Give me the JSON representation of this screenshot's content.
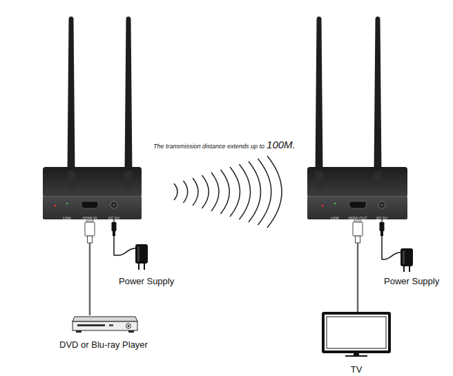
{
  "diagram": {
    "nodes": [
      {
        "text": [
          "LINK",
          "HDMI IN",
          "DC 5V"
        ]
      },
      {
        "text": [
          "LINK",
          "HDMI OUT",
          "DC 5V"
        ]
      },
      {
        "text": [
          "Power Supply"
        ]
      },
      {
        "text": [
          "Power Supply"
        ]
      },
      {
        "text": [
          "DVD or Blu-ray Player"
        ]
      },
      {
        "text": [
          "TV"
        ]
      }
    ],
    "edges": [
      {
        "from": 4,
        "to": 0,
        "arrow": "none"
      },
      {
        "from": 2,
        "to": 0,
        "arrow": "none"
      },
      {
        "from": 1,
        "to": 5,
        "arrow": "none"
      },
      {
        "from": 3,
        "to": 1,
        "arrow": "none"
      }
    ],
    "labels": [
      "The transmission distance extends up to",
      "100M."
    ]
  }
}
